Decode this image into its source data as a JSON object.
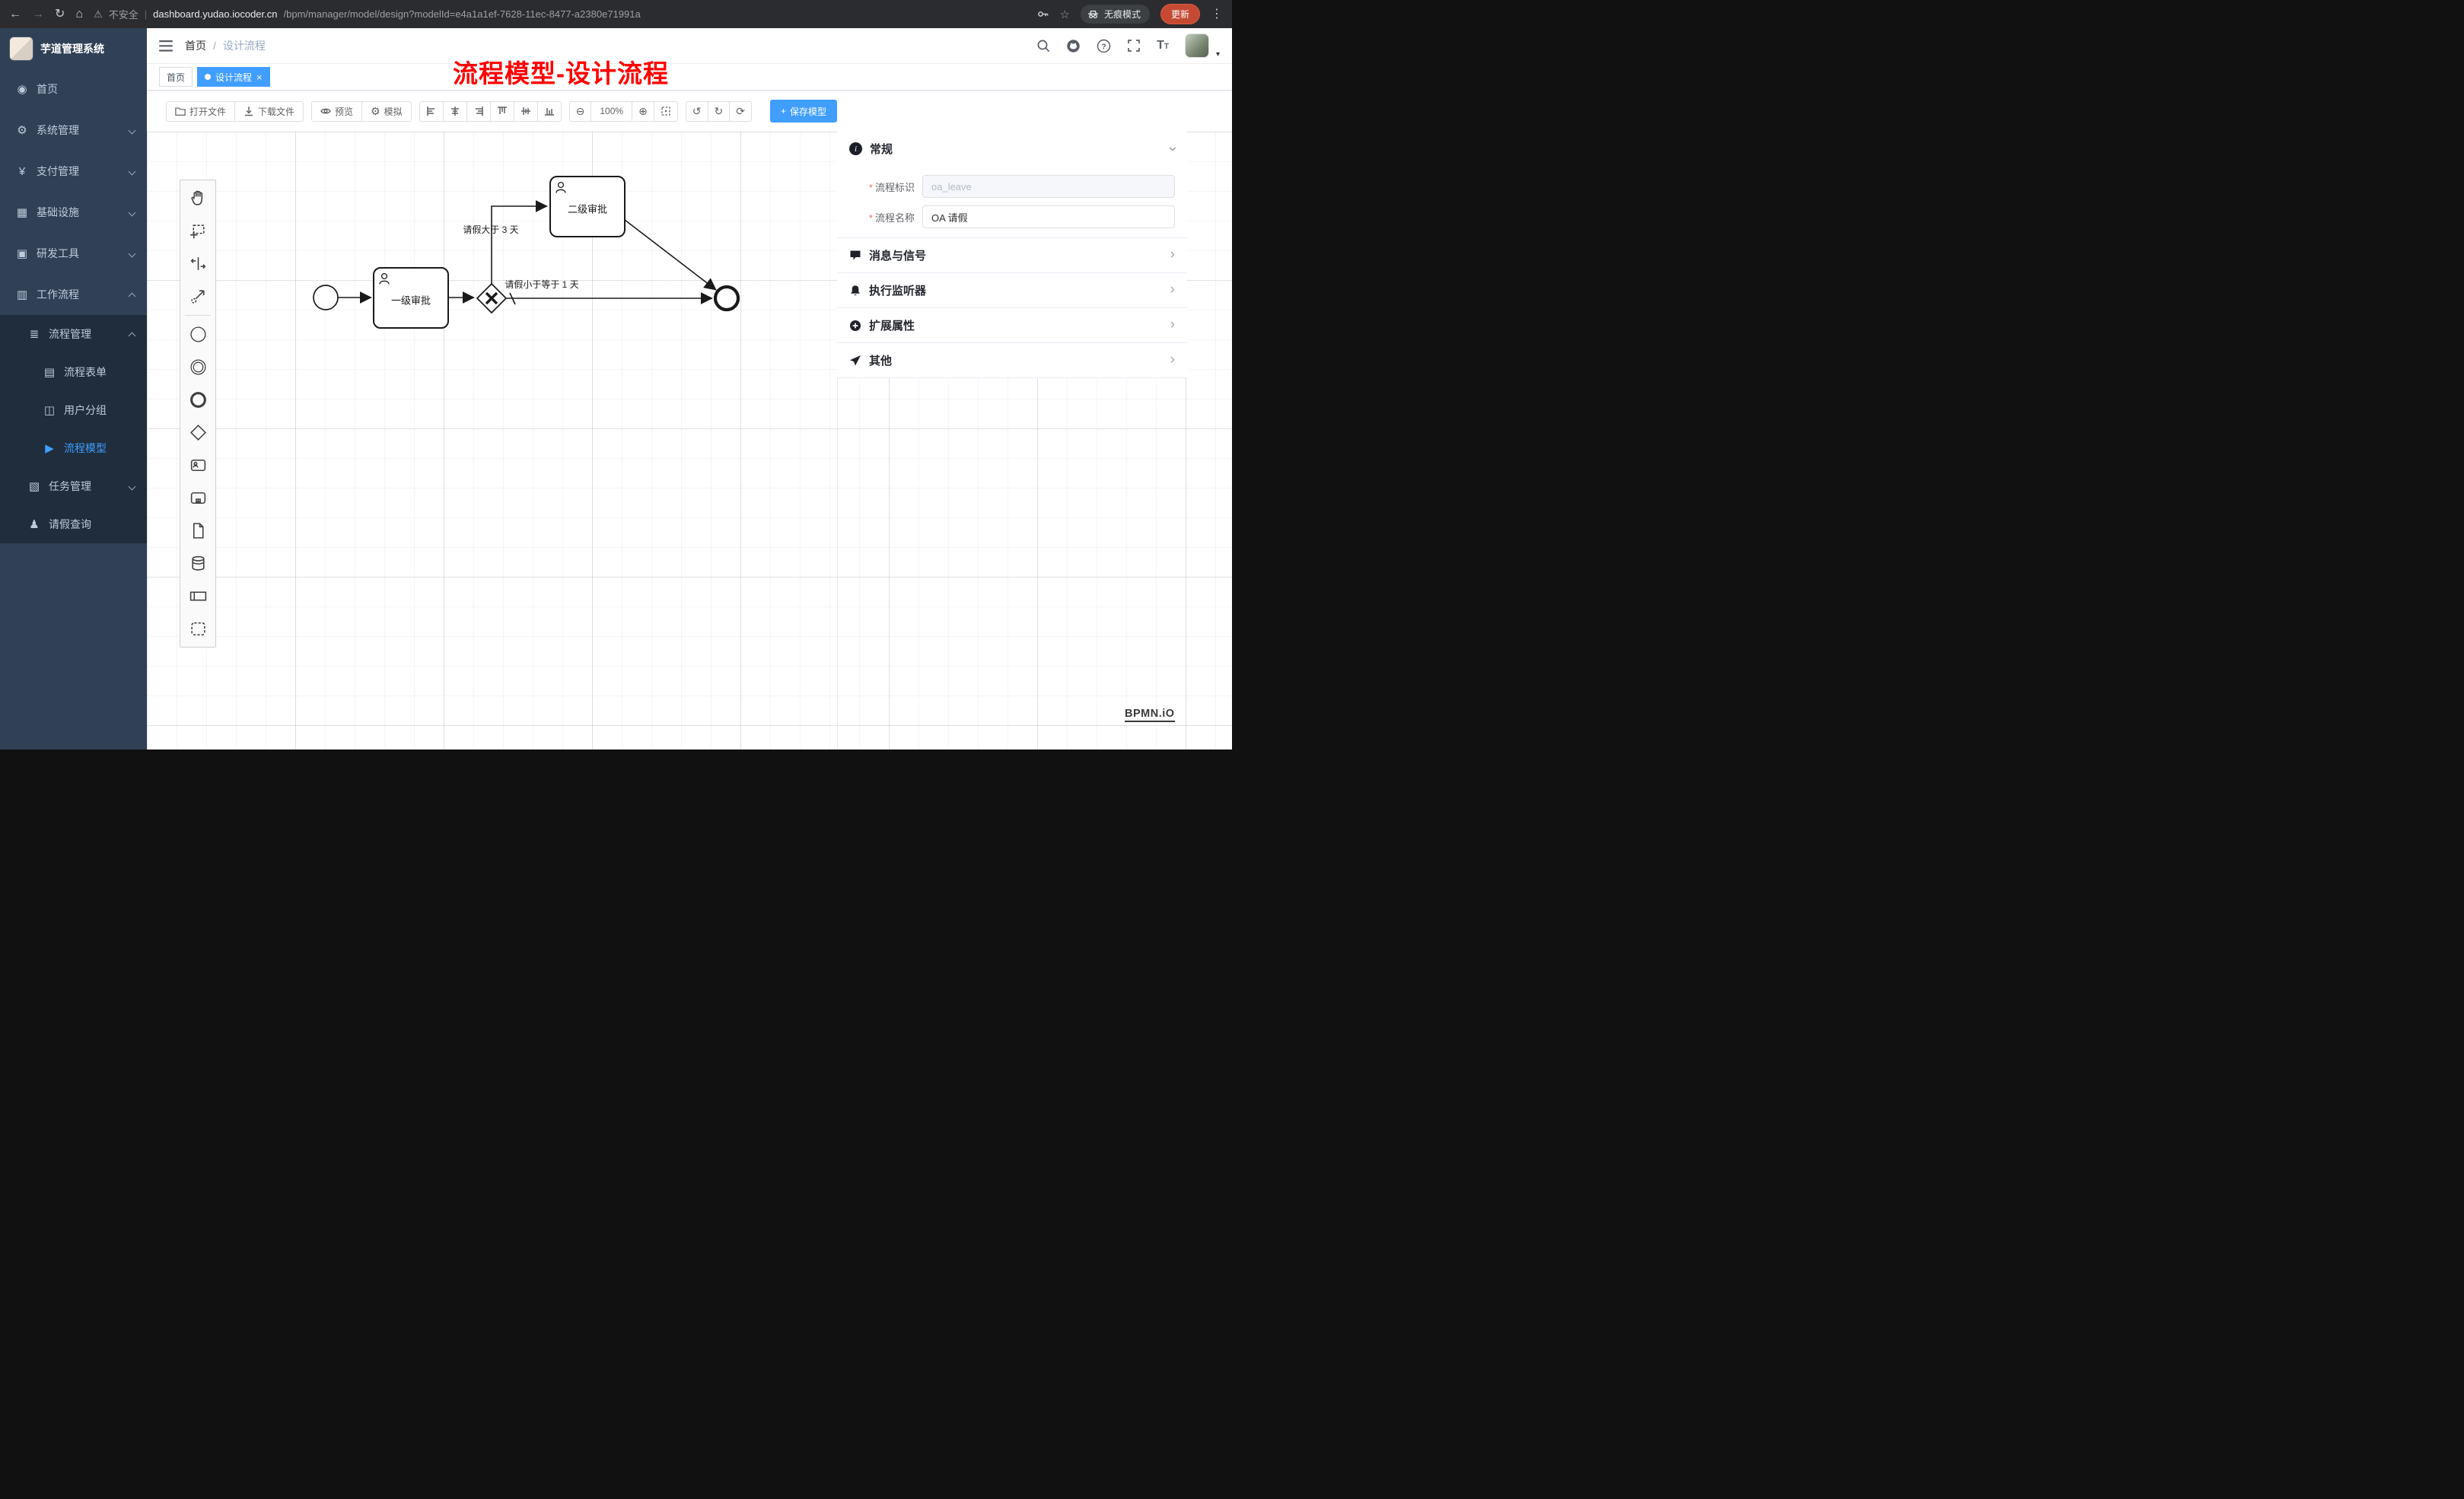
{
  "browser": {
    "security_label": "不安全",
    "url_host": "dashboard.yudao.iocoder.cn",
    "url_path": "/bpm/manager/model/design?modelId=e4a1a1ef-7628-11ec-8477-a2380e71991a",
    "incognito_label": "无痕模式",
    "update_label": "更新"
  },
  "sidebar": {
    "app_title": "芋道管理系统",
    "items": [
      {
        "label": "首页"
      },
      {
        "label": "系统管理"
      },
      {
        "label": "支付管理"
      },
      {
        "label": "基础设施"
      },
      {
        "label": "研发工具"
      },
      {
        "label": "工作流程"
      }
    ],
    "workflow": {
      "process_mgmt": {
        "label": "流程管理"
      },
      "children": [
        {
          "label": "流程表单"
        },
        {
          "label": "用户分组"
        },
        {
          "label": "流程模型"
        }
      ],
      "task_mgmt": {
        "label": "任务管理"
      },
      "leave_query": {
        "label": "请假查询"
      }
    }
  },
  "header": {
    "breadcrumb": [
      "首页",
      "设计流程"
    ]
  },
  "tabs": [
    {
      "label": "首页"
    },
    {
      "label": "设计流程"
    }
  ],
  "annotation": "流程模型-设计流程",
  "toolbar": {
    "open": "打开文件",
    "download": "下载文件",
    "preview": "预览",
    "simulate": "模拟",
    "zoom": "100%",
    "save": "保存模型"
  },
  "diagram": {
    "task1": "一级审批",
    "task2": "二级审批",
    "flow_gt": "请假大于 3 天",
    "flow_lte": "请假小于等于 1 天"
  },
  "panel": {
    "sections": {
      "general": "常规",
      "message": "消息与信号",
      "listener": "执行监听器",
      "ext": "扩展属性",
      "other": "其他"
    },
    "fields": [
      {
        "label": "流程标识",
        "value": "oa_leave"
      },
      {
        "label": "流程名称",
        "value": "OA 请假"
      }
    ]
  },
  "watermark": "BPMN.iO"
}
